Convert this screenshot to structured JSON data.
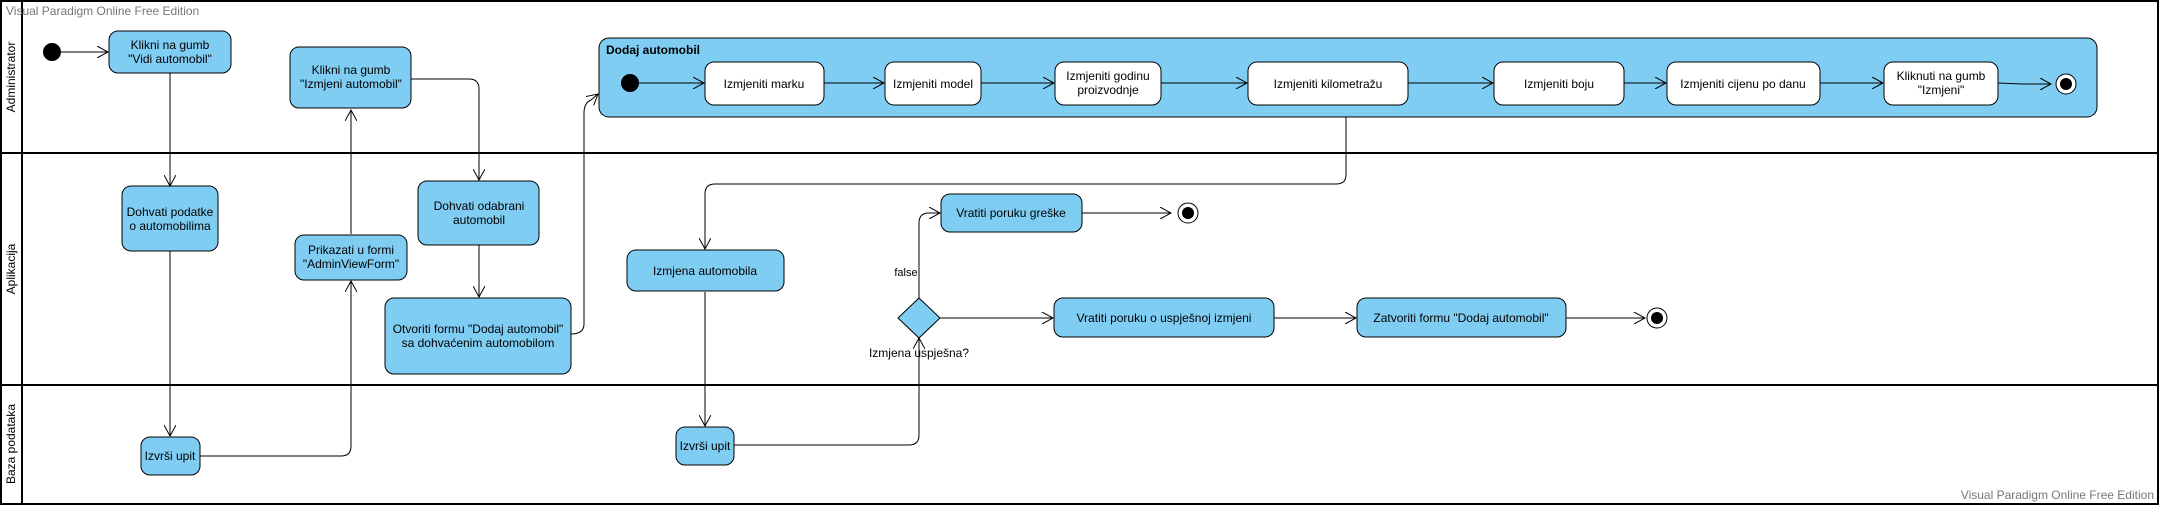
{
  "watermark": "Visual Paradigm Online Free Edition",
  "lanes": [
    {
      "name": "Administrator"
    },
    {
      "name": "Aplikacija"
    },
    {
      "name": "Baza podataka"
    }
  ],
  "actions": {
    "klikni_vidi": [
      "Klikni na gumb",
      "\"Vidi automobil\""
    ],
    "klikni_izmjeni": [
      "Klikni na gumb",
      "\"Izmjeni automobil\""
    ],
    "dohvati_podatke": [
      "Dohvati podatke",
      "o automobilima"
    ],
    "prikazati": [
      "Prikazati u formi",
      "\"AdminViewForm\""
    ],
    "dohvati_odabrani": [
      "Dohvati odabrani",
      "automobil"
    ],
    "otvoriti_formu": [
      "Otvoriti formu \"Dodaj automobil\"",
      "sa dohvaćenim automobilom"
    ],
    "izmjena_automobila": [
      "Izmjena automobila"
    ],
    "vratiti_gresku": [
      "Vratiti poruku greške"
    ],
    "vratiti_uspjeh": [
      "Vratiti poruku o uspješnoj izmjeni"
    ],
    "zatvoriti_formu": [
      "Zatvoriti formu \"Dodaj automobil\""
    ],
    "izvrsi_upit_1": [
      "Izvrši upit"
    ],
    "izvrsi_upit_2": [
      "Izvrši upit"
    ]
  },
  "subactivity": {
    "title": "Dodaj automobil",
    "steps": {
      "marka": [
        "Izmjeniti marku"
      ],
      "model": [
        "Izmjeniti model"
      ],
      "godina": [
        "Izmjeniti godinu",
        "proizvodnje"
      ],
      "kilometraza": [
        "Izmjeniti kilometražu"
      ],
      "boja": [
        "Izmjeniti boju"
      ],
      "cijena": [
        "Izmjeniti cijenu po danu"
      ],
      "kliknuti": [
        "Kliknuti na gumb",
        "\"Izmjeni\""
      ]
    }
  },
  "decision": {
    "label": "Izmjena uspješna?",
    "false_label": "false"
  },
  "colors": {
    "action_fill": "#80cdf3",
    "inner_fill": "#ffffff",
    "line": "#000000"
  }
}
